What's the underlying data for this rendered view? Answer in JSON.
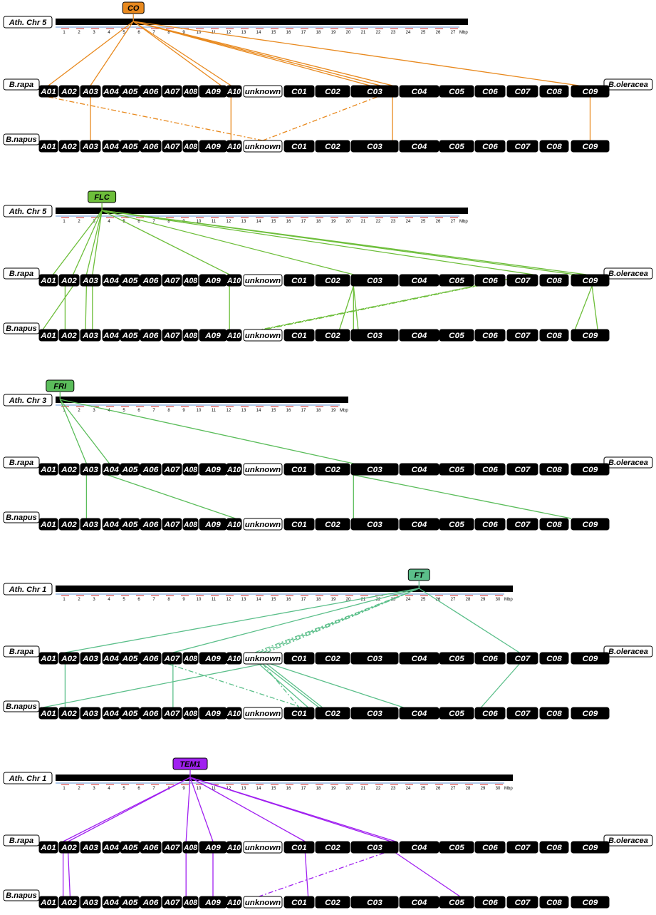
{
  "species": {
    "b_rapa": "B.rapa",
    "b_oleracea": "B.oleracea",
    "b_napus": "B.napus"
  },
  "unit": "Mbp",
  "karyotype": [
    "A01",
    "A02",
    "A03",
    "A04",
    "A05",
    "A06",
    "A07",
    "A08",
    "A09",
    "A10",
    "unknown",
    "C01",
    "C02",
    "C03",
    "C04",
    "C05",
    "C06",
    "C07",
    "C08",
    "C09"
  ],
  "karyotype_display": [
    "A01",
    "A02",
    "A03",
    "A04",
    "A05",
    "A06",
    "A07",
    "A08",
    "A09",
    "A10",
    "unknown",
    "C01",
    "C02",
    "C03",
    "C04",
    "C05",
    "C06",
    "C07",
    "C08",
    "C09"
  ],
  "panels": [
    {
      "gene": "CO",
      "color": "#E8891E",
      "ath_chr": "Ath. Chr 5",
      "mbp": 27,
      "gene_pos": 5.2,
      "targets": [
        {
          "c": "A01",
          "f": 0.5
        },
        {
          "c": "A03",
          "f": 0.5
        },
        {
          "c": "A09",
          "f": 0.8
        },
        {
          "c": "A10",
          "f": 0.3
        },
        {
          "c": "C03",
          "f": 0.4
        },
        {
          "c": "C03",
          "f": 0.62
        },
        {
          "c": "C03",
          "f": 0.88
        },
        {
          "c": "C09",
          "f": 0.2
        }
      ],
      "links": [
        {
          "a": "A03",
          "af": 0.5,
          "b": "A03",
          "bf": 0.5
        },
        {
          "a": "A10",
          "af": 0.3,
          "b": "A10",
          "bf": 0.3
        },
        {
          "a": "C03",
          "af": 0.88,
          "b": "C03",
          "bf": 0.88
        },
        {
          "a": "C09",
          "af": 0.5,
          "b": "C09",
          "bf": 0.5
        }
      ],
      "dashed": [
        {
          "a": "A01",
          "af": 0.5,
          "b": "unknown",
          "bf": 0.5
        },
        {
          "a": "C03",
          "af": 0.55,
          "b": "unknown",
          "bf": 0.5
        }
      ]
    },
    {
      "gene": "FLC",
      "color": "#6DBE3A",
      "ath_chr": "Ath. Chr 5",
      "mbp": 27,
      "gene_pos": 3.1,
      "targets": [
        {
          "c": "A01",
          "f": 0.75
        },
        {
          "c": "A02",
          "f": 0.7
        },
        {
          "c": "A03",
          "f": 0.3
        },
        {
          "c": "A03",
          "f": 0.6
        },
        {
          "c": "A10",
          "f": 0.2
        },
        {
          "c": "C03",
          "f": 0.05
        },
        {
          "c": "C07",
          "f": 0.85
        },
        {
          "c": "C09",
          "f": 0.1
        },
        {
          "c": "C09",
          "f": 0.4
        }
      ],
      "links": [
        {
          "a": "A02",
          "af": 0.7,
          "b": "A01",
          "bf": 0.2
        },
        {
          "a": "A02",
          "af": 0.3,
          "b": "A02",
          "bf": 0.3
        },
        {
          "a": "A03",
          "af": 0.3,
          "b": "A03",
          "bf": 0.25
        },
        {
          "a": "A03",
          "af": 0.6,
          "b": "A03",
          "bf": 0.6
        },
        {
          "a": "A10",
          "af": 0.2,
          "b": "A10",
          "bf": 0.2
        },
        {
          "a": "C03",
          "af": 0.05,
          "b": "C02",
          "bf": 0.7
        },
        {
          "a": "C03",
          "af": 0.05,
          "b": "C03",
          "bf": 0.05
        },
        {
          "a": "C03",
          "af": 0.05,
          "b": "C03",
          "bf": 0.15
        },
        {
          "a": "C09",
          "af": 0.55,
          "b": "C09",
          "bf": 0.1
        },
        {
          "a": "C09",
          "af": 0.55,
          "b": "C09",
          "bf": 0.7
        }
      ],
      "dashed": [
        {
          "a": "C07",
          "af": 0.8,
          "b": "unknown",
          "bf": 0.45
        },
        {
          "a": "C07",
          "af": 0.75,
          "b": "unknown",
          "bf": 0.5
        },
        {
          "a": "C07",
          "af": 0.85,
          "b": "unknown",
          "bf": 0.55
        }
      ]
    },
    {
      "gene": "FRI",
      "color": "#5BBD5B",
      "ath_chr": "Ath. Chr 3",
      "mbp": 19,
      "gene_pos": 0.3,
      "targets": [
        {
          "c": "A03",
          "f": 0.3
        },
        {
          "c": "A04",
          "f": 0.4
        },
        {
          "c": "C03",
          "f": 0.05
        }
      ],
      "links": [
        {
          "a": "A03",
          "af": 0.3,
          "b": "A03",
          "bf": 0.3
        },
        {
          "a": "A04",
          "af": 0.3,
          "b": "A10",
          "bf": 0.6
        },
        {
          "a": "C03",
          "af": 0.05,
          "b": "C03",
          "bf": 0.05
        },
        {
          "a": "C03",
          "af": 0.05,
          "b": "C09",
          "bf": 0.0
        }
      ],
      "dashed": []
    },
    {
      "gene": "FT",
      "color": "#5BBF8A",
      "ath_chr": "Ath. Chr 1",
      "mbp": 30,
      "gene_pos": 24.3,
      "targets": [
        {
          "c": "A02",
          "f": 0.3
        },
        {
          "c": "A07",
          "f": 0.55
        },
        {
          "c": "C07",
          "f": 0.4
        }
      ],
      "links": [
        {
          "a": "A02",
          "af": 0.3,
          "b": "A02",
          "bf": 0.3
        },
        {
          "a": "A07",
          "af": 0.55,
          "b": "A07",
          "bf": 0.55
        },
        {
          "a": "C07",
          "af": 0.4,
          "b": "C06",
          "bf": 0.2
        },
        {
          "a": "unknown",
          "af": 0.5,
          "b": "A01",
          "bf": 0.2
        },
        {
          "a": "unknown",
          "af": 0.4,
          "b": "C01",
          "bf": 0.8
        },
        {
          "a": "unknown",
          "af": 0.5,
          "b": "C02",
          "bf": 0.1
        },
        {
          "a": "unknown",
          "af": 0.6,
          "b": "C02",
          "bf": 0.2
        },
        {
          "a": "unknown",
          "af": 0.7,
          "b": "C04",
          "bf": 0.1
        }
      ],
      "dashed": [
        {
          "a": "unknown",
          "af": 0.3,
          "b": "FT_gene",
          "bf": 0.0
        },
        {
          "a": "unknown",
          "af": 0.4,
          "b": "FT_gene",
          "bf": 0.0
        },
        {
          "a": "unknown",
          "af": 0.5,
          "b": "FT_gene",
          "bf": 0.0
        },
        {
          "a": "unknown",
          "af": 0.6,
          "b": "FT_gene",
          "bf": 0.0
        },
        {
          "a": "A07",
          "af": 0.3,
          "b": "C01",
          "bf": 0.6
        },
        {
          "a": "unknown",
          "af": 0.5,
          "b": "C01",
          "bf": 0.5
        }
      ]
    },
    {
      "gene": "TEM1",
      "color": "#A020F0",
      "ath_chr": "Ath. Chr 1",
      "mbp": 30,
      "gene_pos": 9.0,
      "targets": [
        {
          "c": "A02",
          "f": 0.2
        },
        {
          "c": "A02",
          "f": 0.45
        },
        {
          "c": "A08",
          "f": 0.2
        },
        {
          "c": "A09",
          "f": 0.5
        },
        {
          "c": "C01",
          "f": 0.7
        },
        {
          "c": "C03",
          "f": 0.85
        },
        {
          "c": "C03",
          "f": 0.95
        }
      ],
      "links": [
        {
          "a": "A02",
          "af": 0.2,
          "b": "A02",
          "bf": 0.2
        },
        {
          "a": "A02",
          "af": 0.45,
          "b": "A02",
          "bf": 0.55
        },
        {
          "a": "A08",
          "af": 0.2,
          "b": "A08",
          "bf": 0.2
        },
        {
          "a": "A09",
          "af": 0.5,
          "b": "A09",
          "bf": 0.5
        },
        {
          "a": "C01",
          "af": 0.7,
          "b": "C01",
          "bf": 0.8
        },
        {
          "a": "C03",
          "af": 0.95,
          "b": "C05",
          "bf": 0.6
        }
      ],
      "dashed": [
        {
          "a": "C03",
          "af": 0.7,
          "b": "unknown",
          "bf": 0.4
        }
      ]
    }
  ]
}
